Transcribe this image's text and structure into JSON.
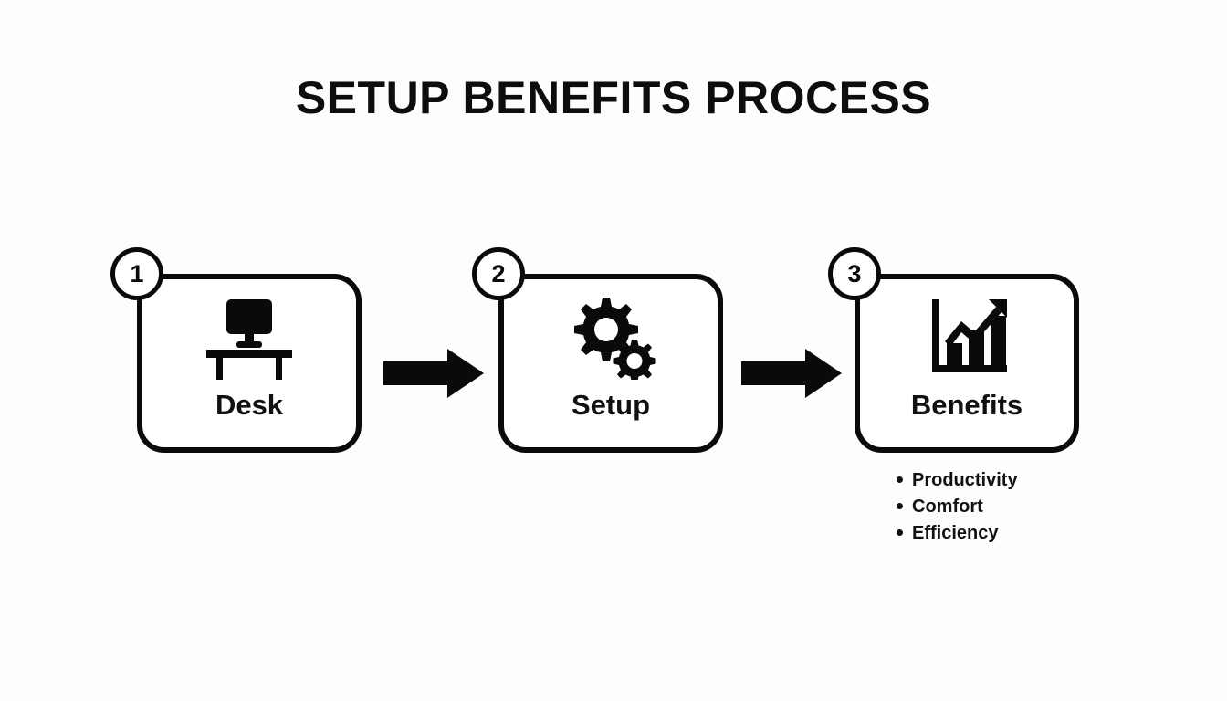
{
  "page": {
    "title": "SETUP BENEFITS PROCESS",
    "background_color": "#fdfdfd",
    "ink_color": "#0a0a0a"
  },
  "flow": {
    "steps": [
      {
        "number": "1",
        "label": "Desk",
        "icon": "desk-monitor-icon"
      },
      {
        "number": "2",
        "label": "Setup",
        "icon": "gears-icon"
      },
      {
        "number": "3",
        "label": "Benefits",
        "icon": "bar-chart-growth-icon"
      }
    ],
    "connectors": [
      {
        "icon": "arrow-right-icon"
      },
      {
        "icon": "arrow-right-icon"
      }
    ]
  },
  "benefits": {
    "items": [
      "Productivity",
      "Comfort",
      "Efficiency"
    ]
  }
}
